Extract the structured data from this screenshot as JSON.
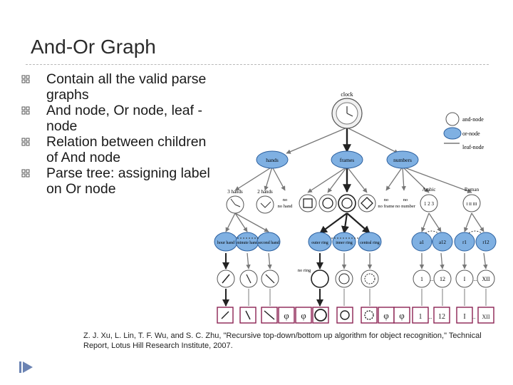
{
  "slide": {
    "title": "And-Or Graph",
    "bullets": [
      "Contain all the valid parse graphs",
      "And node, Or node, leaf -node",
      "Relation between children of And node",
      "Parse tree: assigning label on Or node"
    ],
    "citation": "Z. J. Xu, L. Lin, T. F. Wu, and S. C. Zhu, \"Recursive top-down/bottom up algorithm for object recognition,\" Technical Report, Lotus Hill Research Institute, 2007."
  },
  "diagram": {
    "root": "clock",
    "legend": [
      "and-node",
      "or-node",
      "leaf-node"
    ],
    "level1": [
      "hands",
      "frames",
      "numbers"
    ],
    "level2_labels": [
      "3 hands",
      "2 hands",
      "no hand",
      "no frame",
      "no number",
      "Arabic",
      "Roman"
    ],
    "arabic_value": "1 2 3",
    "roman_value": "I II III",
    "level3": [
      "hour hand",
      "minute hand",
      "second hand",
      "outer ring",
      "inner ring",
      "central ring",
      "a1",
      "a12",
      "r1",
      "r12"
    ],
    "ring_or": "no ring",
    "bottom_numbers": [
      "1",
      "12",
      "I",
      "XII"
    ],
    "ellipsis": "..."
  },
  "colors": {
    "node_fill": "#7fb0e2",
    "node_stroke": "#2b5f9e",
    "leaf_border": "#8b2252",
    "bullet_mark": "#555555"
  }
}
